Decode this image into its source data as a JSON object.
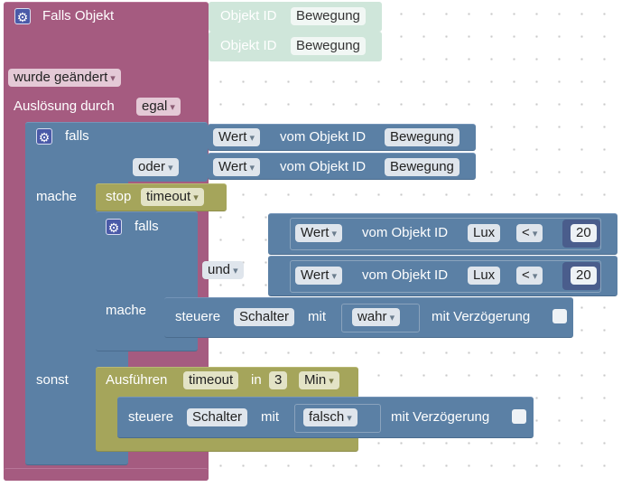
{
  "trigger": {
    "title": "Falls Objekt",
    "object_label": "Objekt ID",
    "objects": [
      "Bewegung",
      "Bewegung"
    ],
    "changed_option": "wurde geändert",
    "trigger_by_label": "Auslösung durch",
    "trigger_by_value": "egal"
  },
  "if1": {
    "falls_label": "falls",
    "oder_label": "oder",
    "value_label": "Wert",
    "from_object_label": "vom Objekt ID",
    "object_1": "Bewegung",
    "object_2": "Bewegung",
    "mache_label": "mache",
    "sonst_label": "sonst"
  },
  "stop": {
    "label": "stop",
    "timer": "timeout"
  },
  "if2": {
    "falls_label": "falls",
    "und_label": "und",
    "value_label": "Wert",
    "from_object_label": "vom Objekt ID",
    "object": "Lux",
    "operator": "<",
    "number_1": "20",
    "number_2": "20",
    "mache_label": "mache"
  },
  "control1": {
    "steuere_label": "steuere",
    "target": "Schalter",
    "mit_label": "mit",
    "value": "wahr",
    "delay_label": "mit Verzögerung"
  },
  "timeout": {
    "label": "Ausführen",
    "name": "timeout",
    "in_label": "in",
    "amount": "3",
    "unit": "Min"
  },
  "control2": {
    "steuere_label": "steuere",
    "target": "Schalter",
    "mit_label": "mit",
    "value": "falsch",
    "delay_label": "mit Verzögerung"
  },
  "colors": {
    "trigger": "#a55b80",
    "logic": "#5b80a5",
    "timer": "#a5a55b",
    "object": "#cfe6da"
  }
}
